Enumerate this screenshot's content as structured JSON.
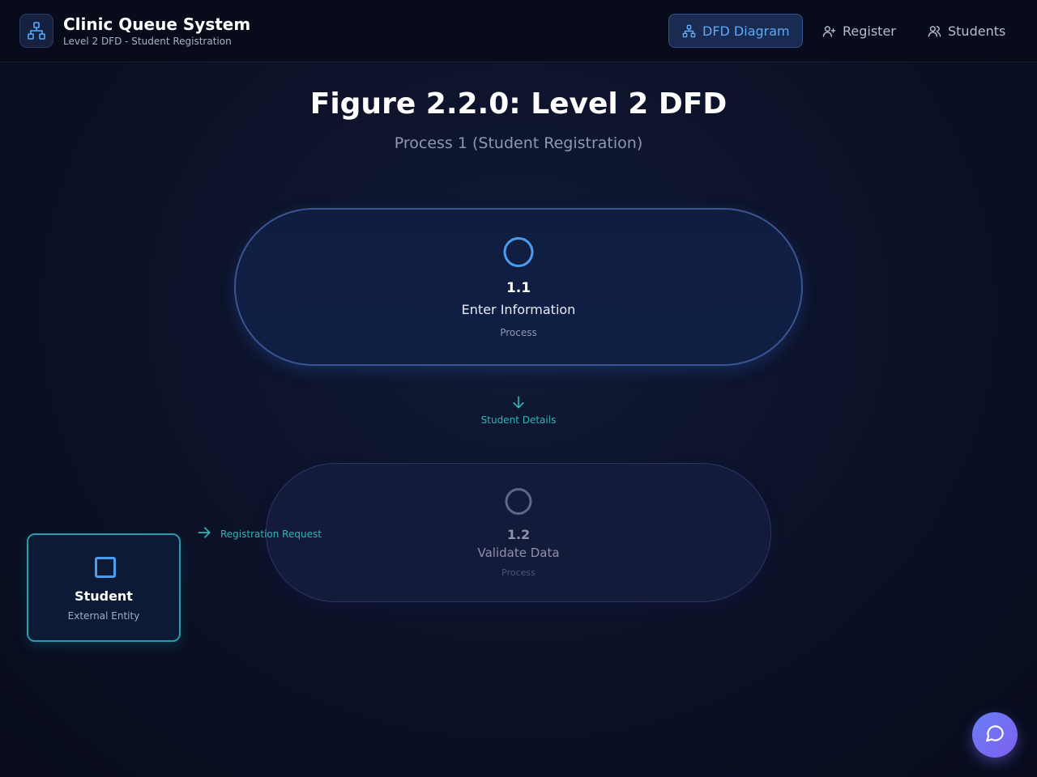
{
  "header": {
    "title": "Clinic Queue System",
    "subtitle": "Level 2 DFD - Student Registration",
    "nav": {
      "dfd": "DFD Diagram",
      "register": "Register",
      "students": "Students"
    }
  },
  "figure": {
    "title": "Figure 2.2.0: Level 2 DFD",
    "subtitle": "Process 1 (Student Registration)"
  },
  "processes": [
    {
      "number": "1.1",
      "name": "Enter Information",
      "type": "Process"
    },
    {
      "number": "1.2",
      "name": "Validate Data",
      "type": "Process"
    }
  ],
  "flows": {
    "student_details": "Student Details",
    "registration_request": "Registration Request"
  },
  "entity": {
    "name": "Student",
    "type": "External Entity"
  },
  "icons": {
    "logo": "sitemap-icon",
    "dfd": "sitemap-icon",
    "register": "user-plus-icon",
    "students": "users-icon",
    "chat": "chat-bubble-icon"
  },
  "colors": {
    "accent": "#4a9ef0",
    "flow": "#2fb7b5",
    "fab": "#7c5ff0"
  }
}
